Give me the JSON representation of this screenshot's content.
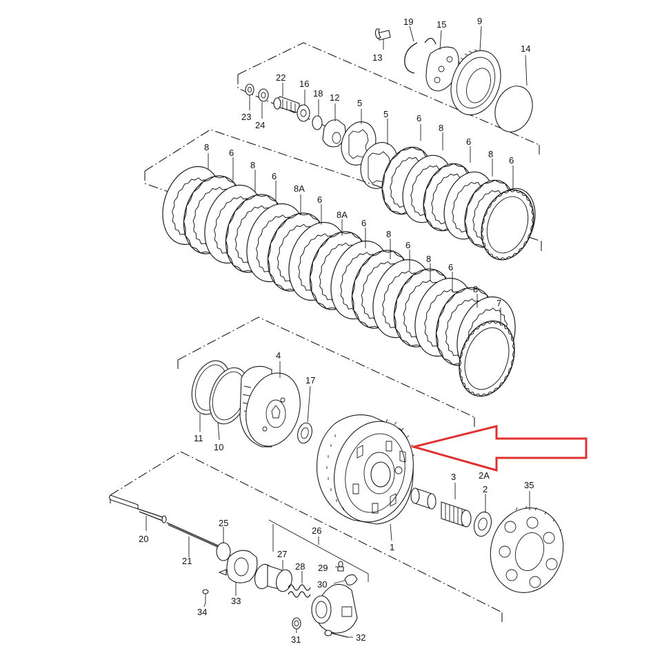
{
  "labels": {
    "p1": "1",
    "p2": "2",
    "p2a": "2A",
    "p3": "3",
    "p4": "4",
    "p5a": "5",
    "p5b": "5",
    "p6": "6",
    "p7": "7",
    "p8": "8",
    "p8a": "8A",
    "p9": "9",
    "p10": "10",
    "p11": "11",
    "p12": "12",
    "p13": "13",
    "p14": "14",
    "p15": "15",
    "p16": "16",
    "p17": "17",
    "p18": "18",
    "p19": "19",
    "p20": "20",
    "p21": "21",
    "p22": "22",
    "p23": "23",
    "p24": "24",
    "p25": "25",
    "p26": "26",
    "p27": "27",
    "p28": "28",
    "p29": "29",
    "p30": "30",
    "p31": "31",
    "p32": "32",
    "p33": "33",
    "p34": "34",
    "p35": "35"
  },
  "colors": {
    "line": "#1a1a1a",
    "highlight_arrow": "#e03030",
    "background": "#ffffff"
  },
  "highlight": {
    "target_part": "1",
    "icon": "hollow-arrow-left-icon"
  }
}
